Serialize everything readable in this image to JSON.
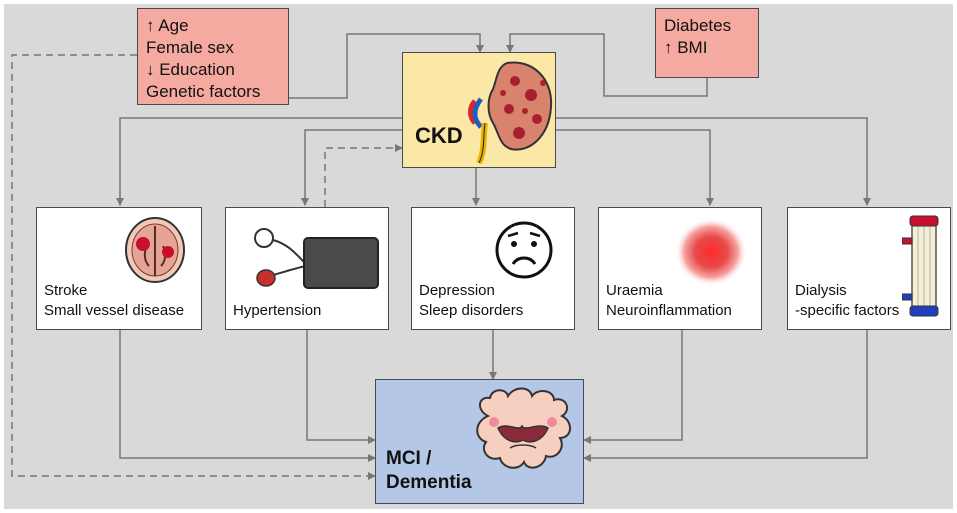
{
  "risk_left": {
    "lines": [
      "↑ Age",
      "Female sex",
      "↓ Education",
      "Genetic factors"
    ]
  },
  "risk_right": {
    "lines": [
      "Diabetes",
      "↑ BMI"
    ]
  },
  "ckd": {
    "label": "CKD"
  },
  "conditions": [
    {
      "lines": [
        "Stroke",
        "Small vessel disease"
      ],
      "icon": "brain-scan-icon"
    },
    {
      "lines": [
        "Hypertension"
      ],
      "icon": "blood-pressure-cuff-icon"
    },
    {
      "lines": [
        "Depression",
        "Sleep disorders"
      ],
      "icon": "sad-face-icon"
    },
    {
      "lines": [
        "Uraemia",
        "Neuroinflammation"
      ],
      "icon": "inflammation-icon"
    },
    {
      "lines": [
        "Dialysis",
        "-specific factors"
      ],
      "icon": "dialyzer-icon"
    }
  ],
  "outcome": {
    "lines": [
      "MCI /",
      "Dementia"
    ],
    "icon": "brain-atrophy-icon"
  },
  "colors": {
    "risk_box": "#f4aaa0",
    "ckd_box": "#fbe8a6",
    "outcome_box": "#b4c7e7",
    "background": "#d9d9d9",
    "arrow": "#777777"
  }
}
